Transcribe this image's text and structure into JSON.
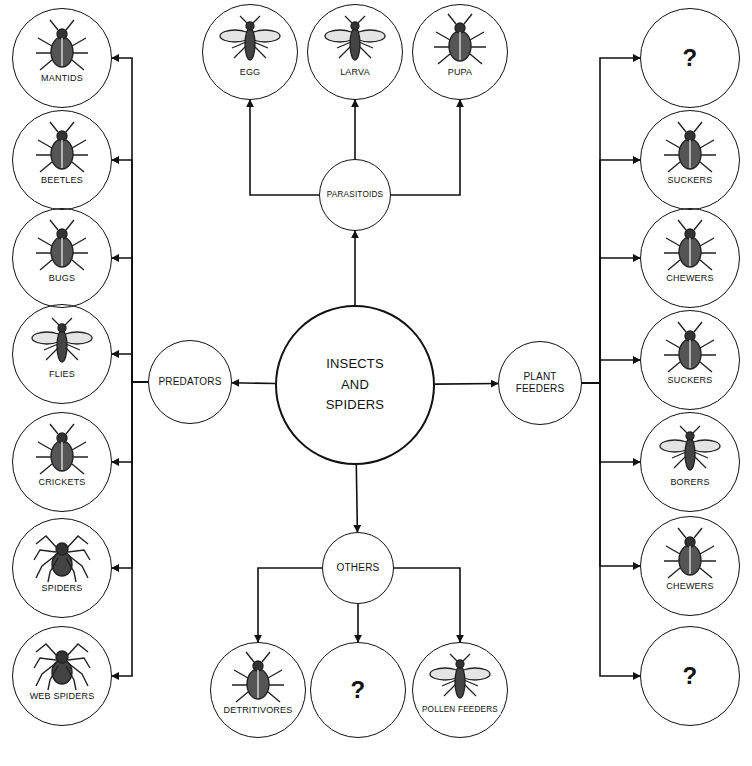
{
  "diagram": {
    "nodes": [
      {
        "text": [
          "INSECTS AND SPIDERS"
        ]
      },
      {
        "text": [
          "PARASITOIDS"
        ]
      },
      {
        "text": [
          "EGG"
        ]
      },
      {
        "text": [
          "LARVA"
        ]
      },
      {
        "text": [
          "PUPA"
        ]
      },
      {
        "text": [
          "PREDATORS"
        ]
      },
      {
        "text": [
          "MANTIDS"
        ]
      },
      {
        "text": [
          "BEETLES"
        ]
      },
      {
        "text": [
          "BUGS"
        ]
      },
      {
        "text": [
          "FLIES"
        ]
      },
      {
        "text": [
          "CRICKETS"
        ]
      },
      {
        "text": [
          "SPIDERS"
        ]
      },
      {
        "text": [
          "WEB SPIDERS"
        ]
      },
      {
        "text": [
          "PLANT FEEDERS"
        ]
      },
      {
        "text": [
          "?"
        ]
      },
      {
        "text": [
          "SUCKERS"
        ]
      },
      {
        "text": [
          "CHEWERS"
        ]
      },
      {
        "text": [
          "SUCKERS"
        ]
      },
      {
        "text": [
          "BORERS"
        ]
      },
      {
        "text": [
          "CHEWERS"
        ]
      },
      {
        "text": [
          "?"
        ]
      },
      {
        "text": [
          "OTHERS"
        ]
      },
      {
        "text": [
          "DETRITIVORES"
        ]
      },
      {
        "text": [
          "?"
        ]
      },
      {
        "text": [
          "POLLEN FEEDERS"
        ]
      }
    ],
    "edges": [
      {
        "from": 0,
        "to": 1,
        "arrow": "to"
      },
      {
        "from": 0,
        "to": 5,
        "arrow": "to"
      },
      {
        "from": 0,
        "to": 13,
        "arrow": "to"
      },
      {
        "from": 0,
        "to": 21,
        "arrow": "to"
      },
      {
        "from": 1,
        "to": 2,
        "arrow": "to"
      },
      {
        "from": 1,
        "to": 3,
        "arrow": "to"
      },
      {
        "from": 1,
        "to": 4,
        "arrow": "to"
      },
      {
        "from": 5,
        "to": 6,
        "arrow": "to"
      },
      {
        "from": 5,
        "to": 7,
        "arrow": "to"
      },
      {
        "from": 5,
        "to": 8,
        "arrow": "to"
      },
      {
        "from": 5,
        "to": 9,
        "arrow": "to"
      },
      {
        "from": 5,
        "to": 10,
        "arrow": "to"
      },
      {
        "from": 5,
        "to": 11,
        "arrow": "to"
      },
      {
        "from": 5,
        "to": 12,
        "arrow": "to"
      },
      {
        "from": 13,
        "to": 14,
        "arrow": "to"
      },
      {
        "from": 13,
        "to": 15,
        "arrow": "to"
      },
      {
        "from": 13,
        "to": 16,
        "arrow": "to"
      },
      {
        "from": 13,
        "to": 17,
        "arrow": "to"
      },
      {
        "from": 13,
        "to": 18,
        "arrow": "to"
      },
      {
        "from": 13,
        "to": 19,
        "arrow": "to"
      },
      {
        "from": 13,
        "to": 20,
        "arrow": "to"
      },
      {
        "from": 21,
        "to": 22,
        "arrow": "to"
      },
      {
        "from": 21,
        "to": 23,
        "arrow": "to"
      },
      {
        "from": 21,
        "to": 24,
        "arrow": "to"
      }
    ]
  }
}
